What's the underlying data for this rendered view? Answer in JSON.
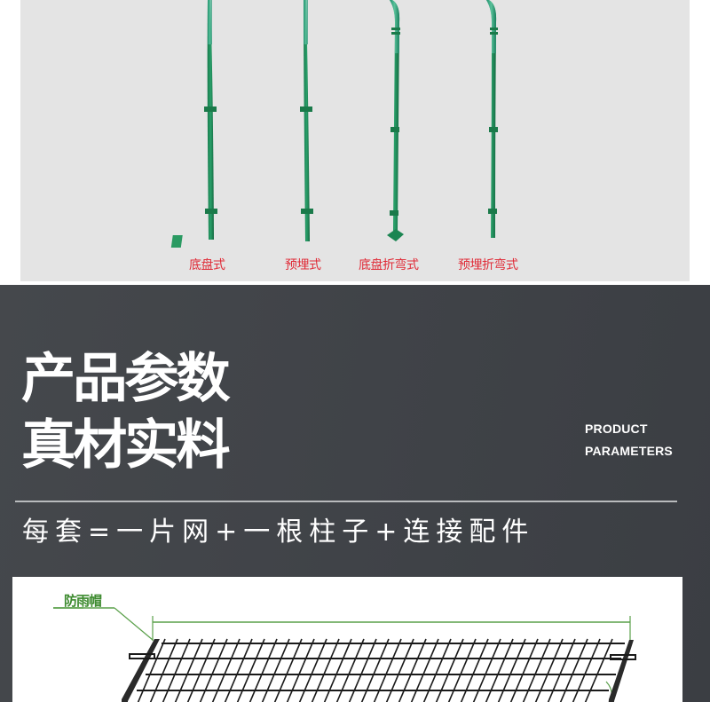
{
  "product_photo": {
    "background_color": "#e4e4e4",
    "post_color": "#1e8c5a",
    "label_color": "#e02a36",
    "posts": [
      {
        "label": "底盘式",
        "type": "base-plate"
      },
      {
        "label": "预埋式",
        "type": "embedded"
      },
      {
        "label": "底盘折弯式",
        "type": "base-plate-bent"
      },
      {
        "label": "预埋折弯式",
        "type": "embedded-bent"
      }
    ]
  },
  "parameters": {
    "title_line1": "产品参数",
    "title_line2": "真材实料",
    "subtitle_en_line1": "PRODUCT",
    "subtitle_en_line2": "PARAMETERS",
    "formula": "每套=一片网+一根柱子+连接配件",
    "background_color": "#404348"
  },
  "diagram": {
    "callout_label": "防雨帽",
    "callout_color": "#3c8a2e",
    "line_color": "#1a1a1a"
  }
}
